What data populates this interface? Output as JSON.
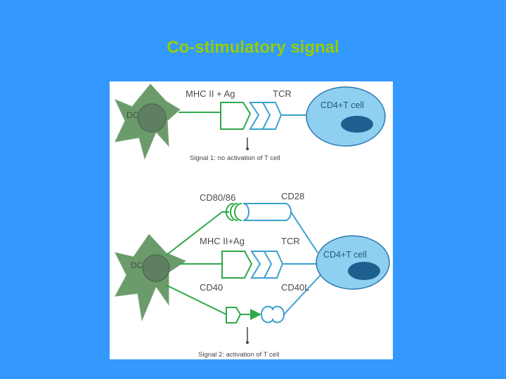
{
  "title": "Co-stimulatory signal",
  "panel_top": {
    "dc_label": "DC",
    "mhc_label": "MHC II + Ag",
    "tcr_label": "TCR",
    "tcell_label": "CD4+T cell",
    "signal_text": "Signal 1: no activation of T cell"
  },
  "panel_bottom": {
    "dc_label": "DC",
    "cd80_label": "CD80/86",
    "cd28_label": "CD28",
    "mhc_label": "MHC II+Ag",
    "tcr_label": "TCR",
    "cd40_label": "CD40",
    "cd40l_label": "CD40L",
    "tcell_label": "CD4+T cell",
    "signal_text": "Signal 2: activation of T cell"
  },
  "colors": {
    "background": "#3399ff",
    "title": "#99cc00",
    "dc_fill": "#6b9a6b",
    "nucleus_fill": "#5e7f61",
    "receptor_green": "#2ea84a",
    "receptor_blue": "#3aa0d0",
    "tcell_fill": "#8fd0f0",
    "tcell_nucleus": "#1d5f8f"
  }
}
